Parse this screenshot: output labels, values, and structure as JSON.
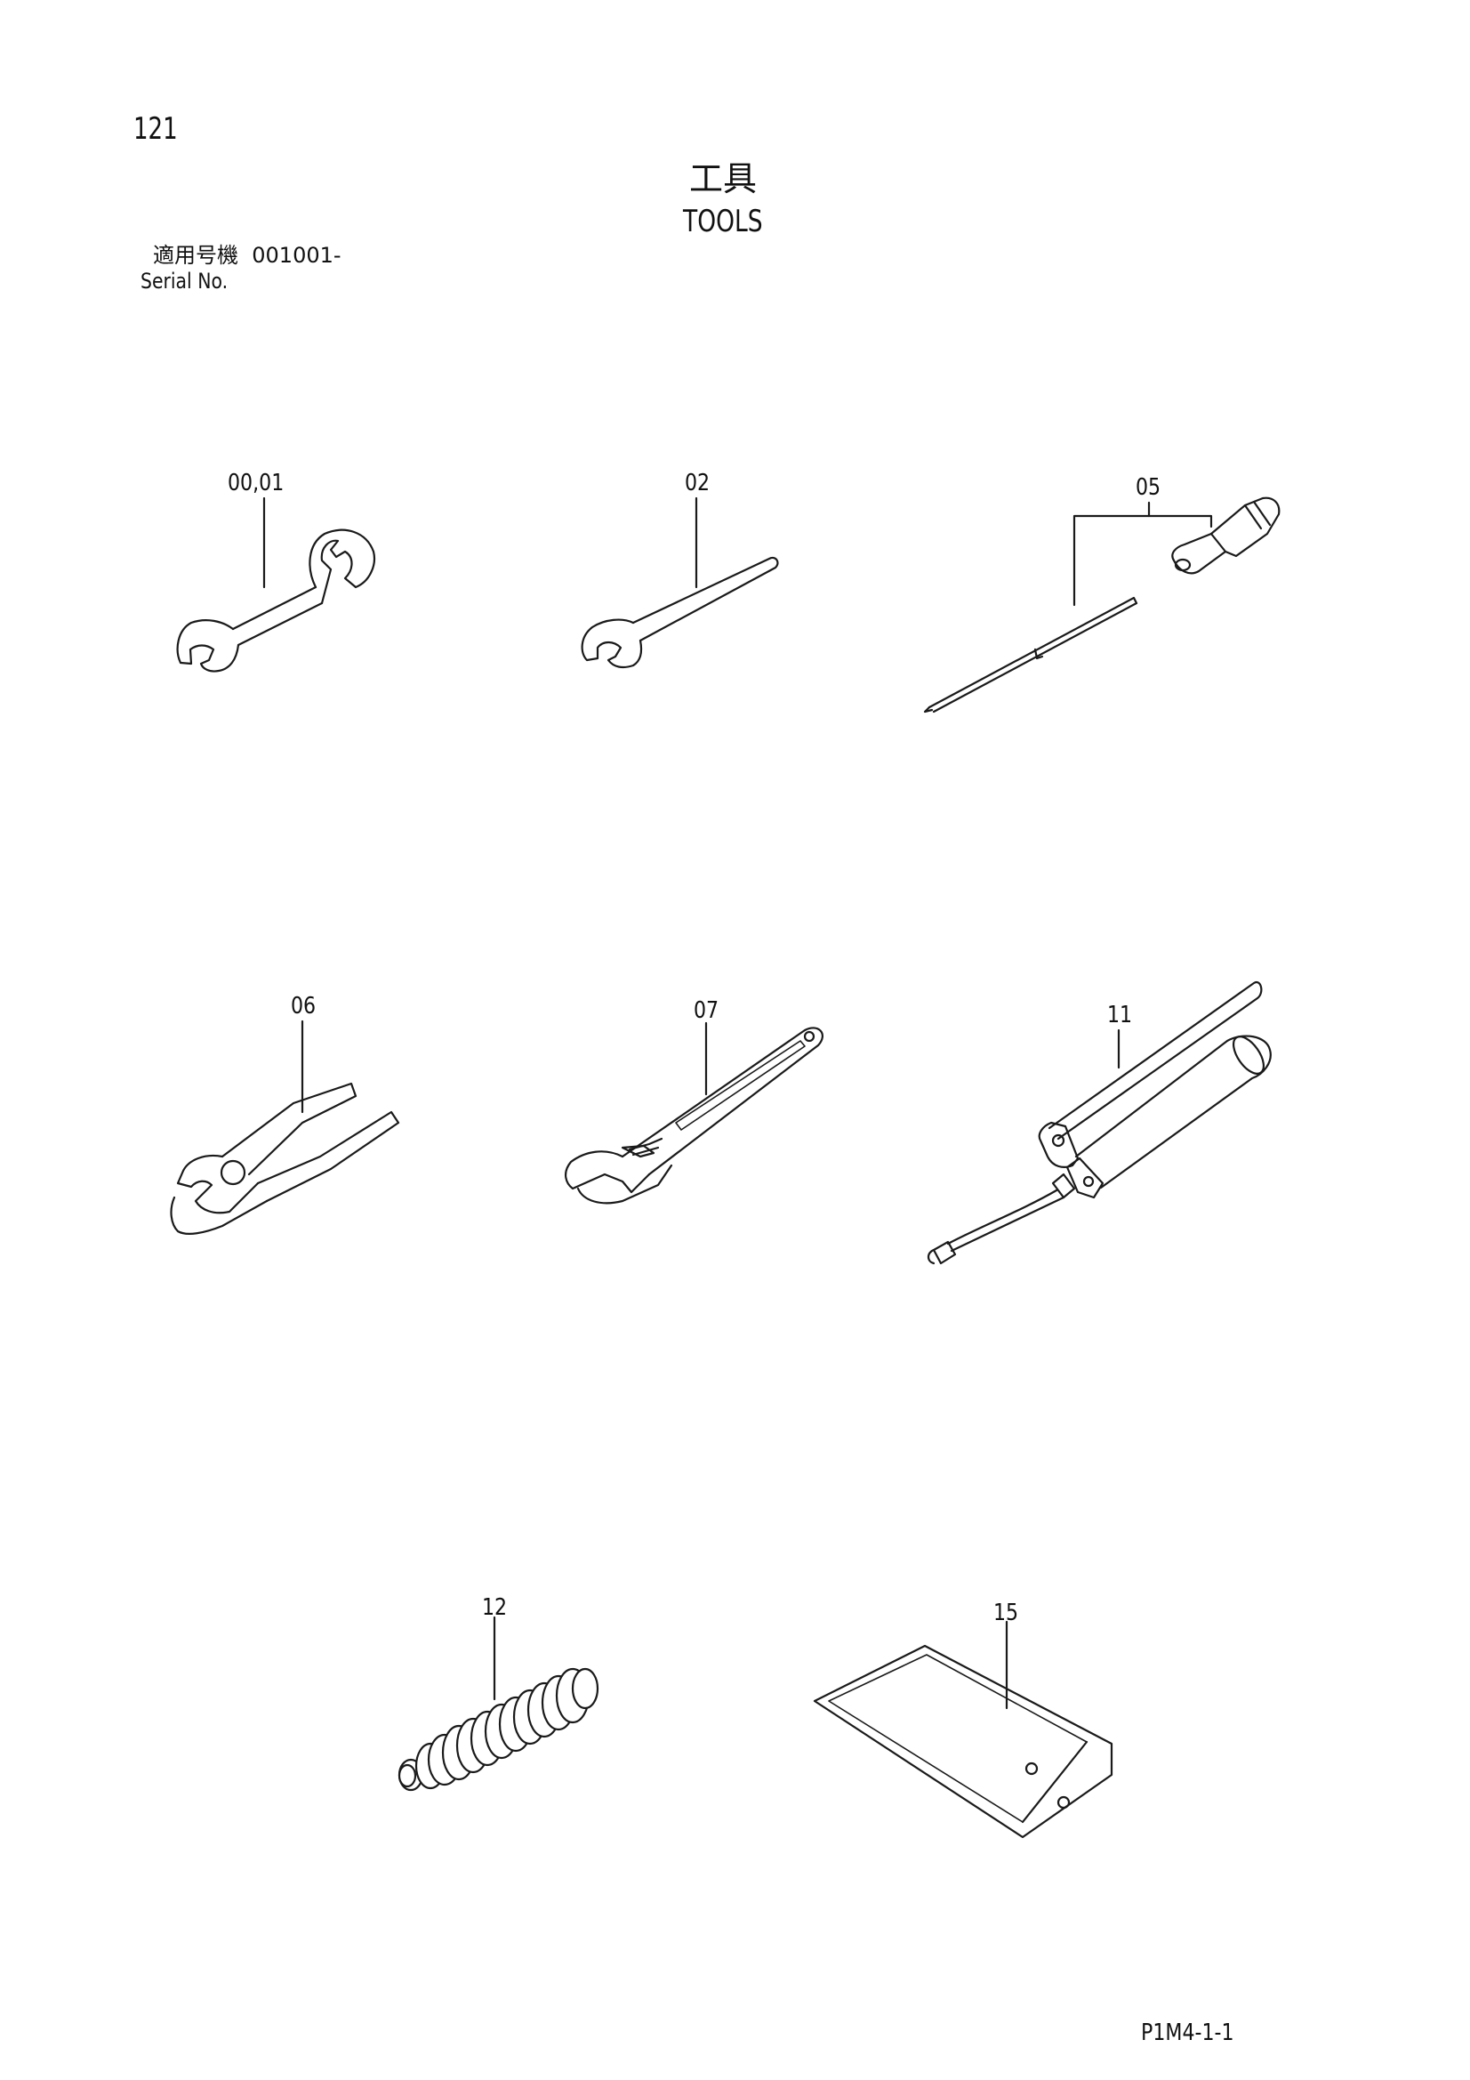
{
  "page_number": "121",
  "title_jp": "工具",
  "title_en": "TOOLS",
  "serial": {
    "label_jp": "適用号機",
    "value": "001001-",
    "label_en": "Serial No."
  },
  "parts": [
    {
      "label": "00,01",
      "icon": "double-open-end-wrench-icon"
    },
    {
      "label": "02",
      "icon": "single-open-end-wrench-icon"
    },
    {
      "label": "05",
      "icon": "screwdriver-set-icon"
    },
    {
      "label": "06",
      "icon": "pliers-icon"
    },
    {
      "label": "07",
      "icon": "adjustable-wrench-icon"
    },
    {
      "label": "11",
      "icon": "grease-gun-icon"
    },
    {
      "label": "12",
      "icon": "bellows-icon"
    },
    {
      "label": "15",
      "icon": "tool-bag-icon"
    }
  ],
  "doc_code": "P1M4-1-1"
}
